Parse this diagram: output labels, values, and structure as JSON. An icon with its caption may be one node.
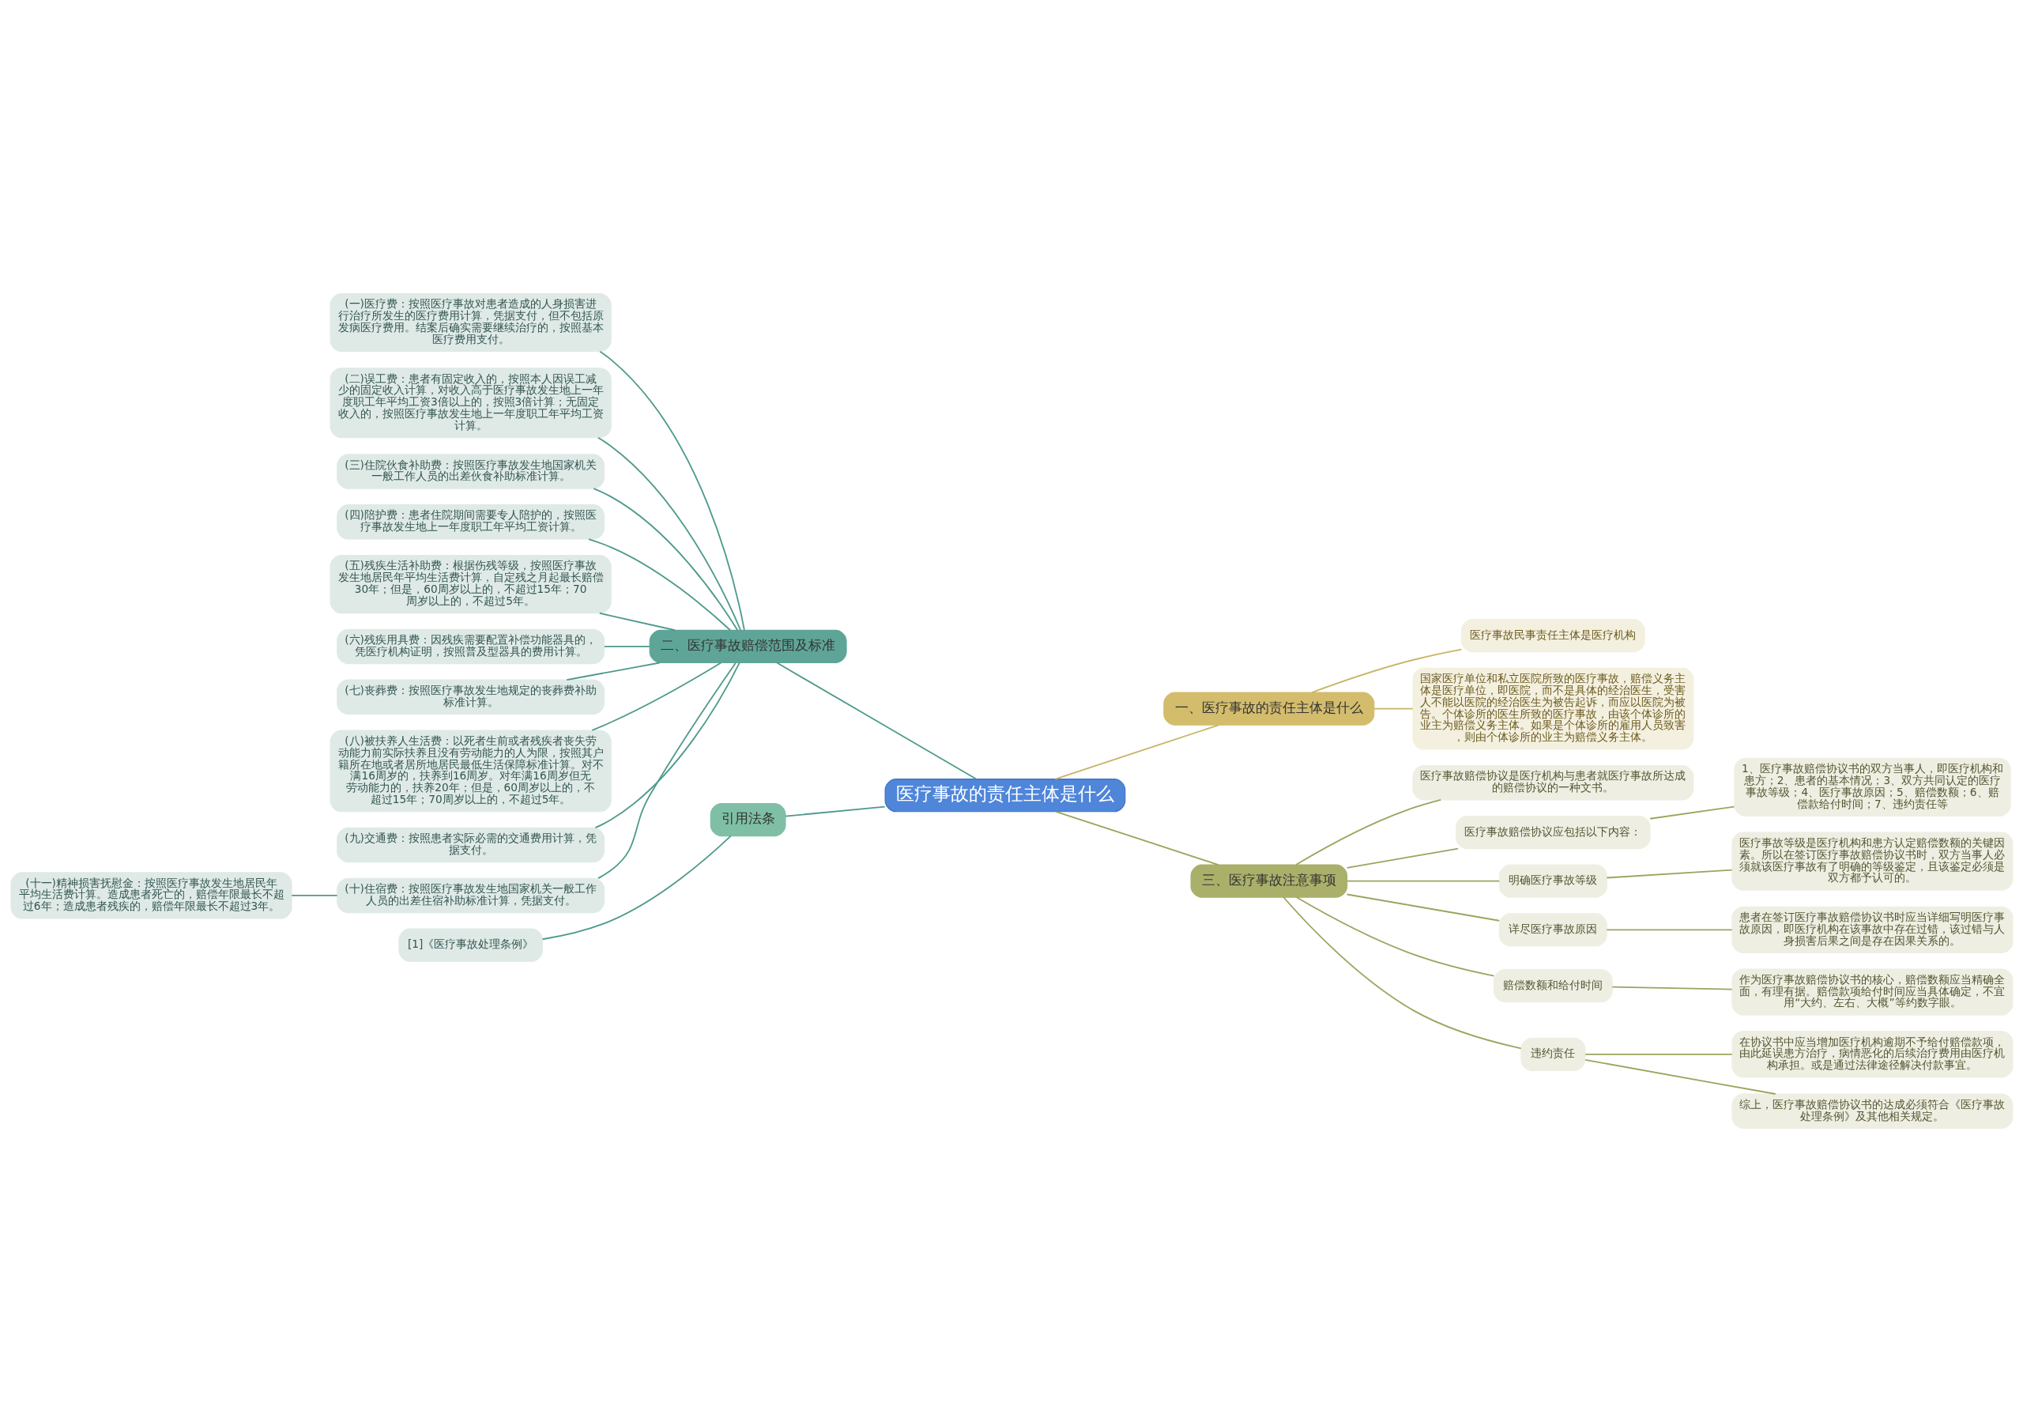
{
  "diagram": {
    "nodes": [
      {
        "text": [
          "医疗事故的责任主体是什么"
        ]
      },
      {
        "text": [
          "一、医疗事故的责任主体是什么"
        ]
      },
      {
        "text": [
          "医疗事故民事责任主体是医疗机构"
        ]
      },
      {
        "text": [
          "国家医疗单位和私立医院所致的医疗事故，赔偿义务主体是医疗单位，即医院，而不是具体的经治医生，受害人不能以医院的经治医生为被告起诉，而应以医院为被告。个体诊所的医生所致的医疗事故，由该个体诊所的业主为赔偿义务主体。如果是个体诊所的雇用人员致害，则由个体诊所的业主为赔偿义务主体。"
        ]
      },
      {
        "text": [
          "三、医疗事故注意事项"
        ]
      },
      {
        "text": [
          "医疗事故赔偿协议是医疗机构与患者就医疗事故所达成的赔偿协议的一种文书。"
        ]
      },
      {
        "text": [
          "医疗事故赔偿协议应包括以下内容："
        ]
      },
      {
        "text": [
          "1、医疗事故赔偿协议书的双方当事人，即医疗机构和患方；2、患者的基本情况；3、双方共同认定的医疗事故等级；4、医疗事故原因；5、赔偿数额；6、赔偿款给付时间；7、违约责任等"
        ]
      },
      {
        "text": [
          "明确医疗事故等级"
        ]
      },
      {
        "text": [
          "医疗事故等级是医疗机构和患方认定赔偿数额的关键因素。所以在签订医疗事故赔偿协议书时，双方当事人必须就该医疗事故有了明确的等级鉴定，且该鉴定必须是双方都予认可的。"
        ]
      },
      {
        "text": [
          "详尽医疗事故原因"
        ]
      },
      {
        "text": [
          "患者在签订医疗事故赔偿协议书时应当详细写明医疗事故原因，即医疗机构在该事故中存在过错，该过错与人身损害后果之间是存在因果关系的。"
        ]
      },
      {
        "text": [
          "赔偿数额和给付时间"
        ]
      },
      {
        "text": [
          "作为医疗事故赔偿协议书的核心，赔偿数额应当精确全面，有理有据。赔偿款项给付时间应当具体确定，不宜用“大约、左右、大概”等约数字眼。"
        ]
      },
      {
        "text": [
          "违约责任"
        ]
      },
      {
        "text": [
          "在协议书中应当增加医疗机构逾期不予给付赔偿款项，由此延误患方治疗，病情恶化的后续治疗费用由医疗机构承担。或是通过法律途径解决付款事宜。"
        ]
      },
      {
        "text": [
          "综上，医疗事故赔偿协议书的达成必须符合《医疗事故处理条例》及其他相关规定。"
        ]
      },
      {
        "text": [
          "二、医疗事故赔偿范围及标准"
        ]
      },
      {
        "text": [
          "(一)医疗费：按照医疗事故对患者造成的人身损害进行治疗所发生的医疗费用计算，凭据支付，但不包括原发病医疗费用。结案后确实需要继续治疗的，按照基本医疗费用支付。"
        ]
      },
      {
        "text": [
          "(二)误工费：患者有固定收入的，按照本人因误工减少的固定收入计算，对收入高于医疗事故发生地上一年度职工年平均工资3倍以上的，按照3倍计算；无固定收入的，按照医疗事故发生地上一年度职工年平均工资计算。"
        ]
      },
      {
        "text": [
          "(三)住院伙食补助费：按照医疗事故发生地国家机关一般工作人员的出差伙食补助标准计算。"
        ]
      },
      {
        "text": [
          "(四)陪护费：患者住院期间需要专人陪护的，按照医疗事故发生地上一年度职工年平均工资计算。"
        ]
      },
      {
        "text": [
          "(五)残疾生活补助费：根据伤残等级，按照医疗事故发生地居民年平均生活费计算，自定残之月起最长赔偿30年；但是，60周岁以上的，不超过15年；70周岁以上的，不超过5年。"
        ]
      },
      {
        "text": [
          "(六)残疾用具费：因残疾需要配置补偿功能器具的，凭医疗机构证明，按照普及型器具的费用计算。"
        ]
      },
      {
        "text": [
          "(七)丧葬费：按照医疗事故发生地规定的丧葬费补助标准计算。"
        ]
      },
      {
        "text": [
          "(八)被扶养人生活费：以死者生前或者残疾者丧失劳动能力前实际扶养且没有劳动能力的人为限，按照其户籍所在地或者居所地居民最低生活保障标准计算。对不满16周岁的，扶养到16周岁。对年满16周岁但无劳动能力的，扶养20年；但是，60周岁以上的，不超过15年；70周岁以上的，不超过5年。"
        ]
      },
      {
        "text": [
          "(九)交通费：按照患者实际必需的交通费用计算，凭据支付。"
        ]
      },
      {
        "text": [
          "(十)住宿费：按照医疗事故发生地国家机关一般工作人员的出差住宿补助标准计算，凭据支付。"
        ]
      },
      {
        "text": [
          "(十一)精神损害抚慰金：按照医疗事故发生地居民年平均生活费计算。造成患者死亡的，赔偿年限最长不超过6年；造成患者残疾的，赔偿年限最长不超过3年。"
        ]
      },
      {
        "text": [
          "引用法条"
        ]
      },
      {
        "text": [
          "[1]《医疗事故处理条例》"
        ]
      }
    ],
    "edges": [
      {
        "from": 0,
        "to": 1,
        "arrow": "none",
        "color": "#c8b466"
      },
      {
        "from": 1,
        "to": 2,
        "arrow": "none",
        "color": "#c8b466"
      },
      {
        "from": 1,
        "to": 3,
        "arrow": "none",
        "color": "#c8b466"
      },
      {
        "from": 0,
        "to": 4,
        "arrow": "none",
        "color": "#9ea35e"
      },
      {
        "from": 4,
        "to": 5,
        "arrow": "none",
        "color": "#9ea35e"
      },
      {
        "from": 4,
        "to": 6,
        "arrow": "none",
        "color": "#9ea35e"
      },
      {
        "from": 6,
        "to": 7,
        "arrow": "none",
        "color": "#9ea35e"
      },
      {
        "from": 4,
        "to": 8,
        "arrow": "none",
        "color": "#9ea35e"
      },
      {
        "from": 8,
        "to": 9,
        "arrow": "none",
        "color": "#9ea35e"
      },
      {
        "from": 4,
        "to": 10,
        "arrow": "none",
        "color": "#9ea35e"
      },
      {
        "from": 10,
        "to": 11,
        "arrow": "none",
        "color": "#9ea35e"
      },
      {
        "from": 4,
        "to": 12,
        "arrow": "none",
        "color": "#9ea35e"
      },
      {
        "from": 12,
        "to": 13,
        "arrow": "none",
        "color": "#9ea35e"
      },
      {
        "from": 4,
        "to": 14,
        "arrow": "none",
        "color": "#9ea35e"
      },
      {
        "from": 14,
        "to": 15,
        "arrow": "none",
        "color": "#9ea35e"
      },
      {
        "from": 14,
        "to": 16,
        "arrow": "none",
        "color": "#9ea35e"
      },
      {
        "from": 17,
        "to": 0,
        "arrow": "none"
      },
      {
        "from": 18,
        "to": 17,
        "arrow": "none"
      },
      {
        "from": 19,
        "to": 17,
        "arrow": "none"
      },
      {
        "from": 20,
        "to": 17,
        "arrow": "none"
      },
      {
        "from": 21,
        "to": 17,
        "arrow": "none"
      },
      {
        "from": 22,
        "to": 17,
        "arrow": "none"
      },
      {
        "from": 23,
        "to": 17,
        "arrow": "none"
      },
      {
        "from": 24,
        "to": 17,
        "arrow": "none"
      },
      {
        "from": 25,
        "to": 17,
        "arrow": "none"
      },
      {
        "from": 26,
        "to": 17,
        "arrow": "none"
      },
      {
        "from": 27,
        "to": 17,
        "arrow": "none"
      },
      {
        "from": 28,
        "to": 27,
        "arrow": "none"
      },
      {
        "from": 29,
        "to": 0,
        "arrow": "none"
      },
      {
        "from": 30,
        "to": 29,
        "arrow": "none"
      }
    ]
  }
}
